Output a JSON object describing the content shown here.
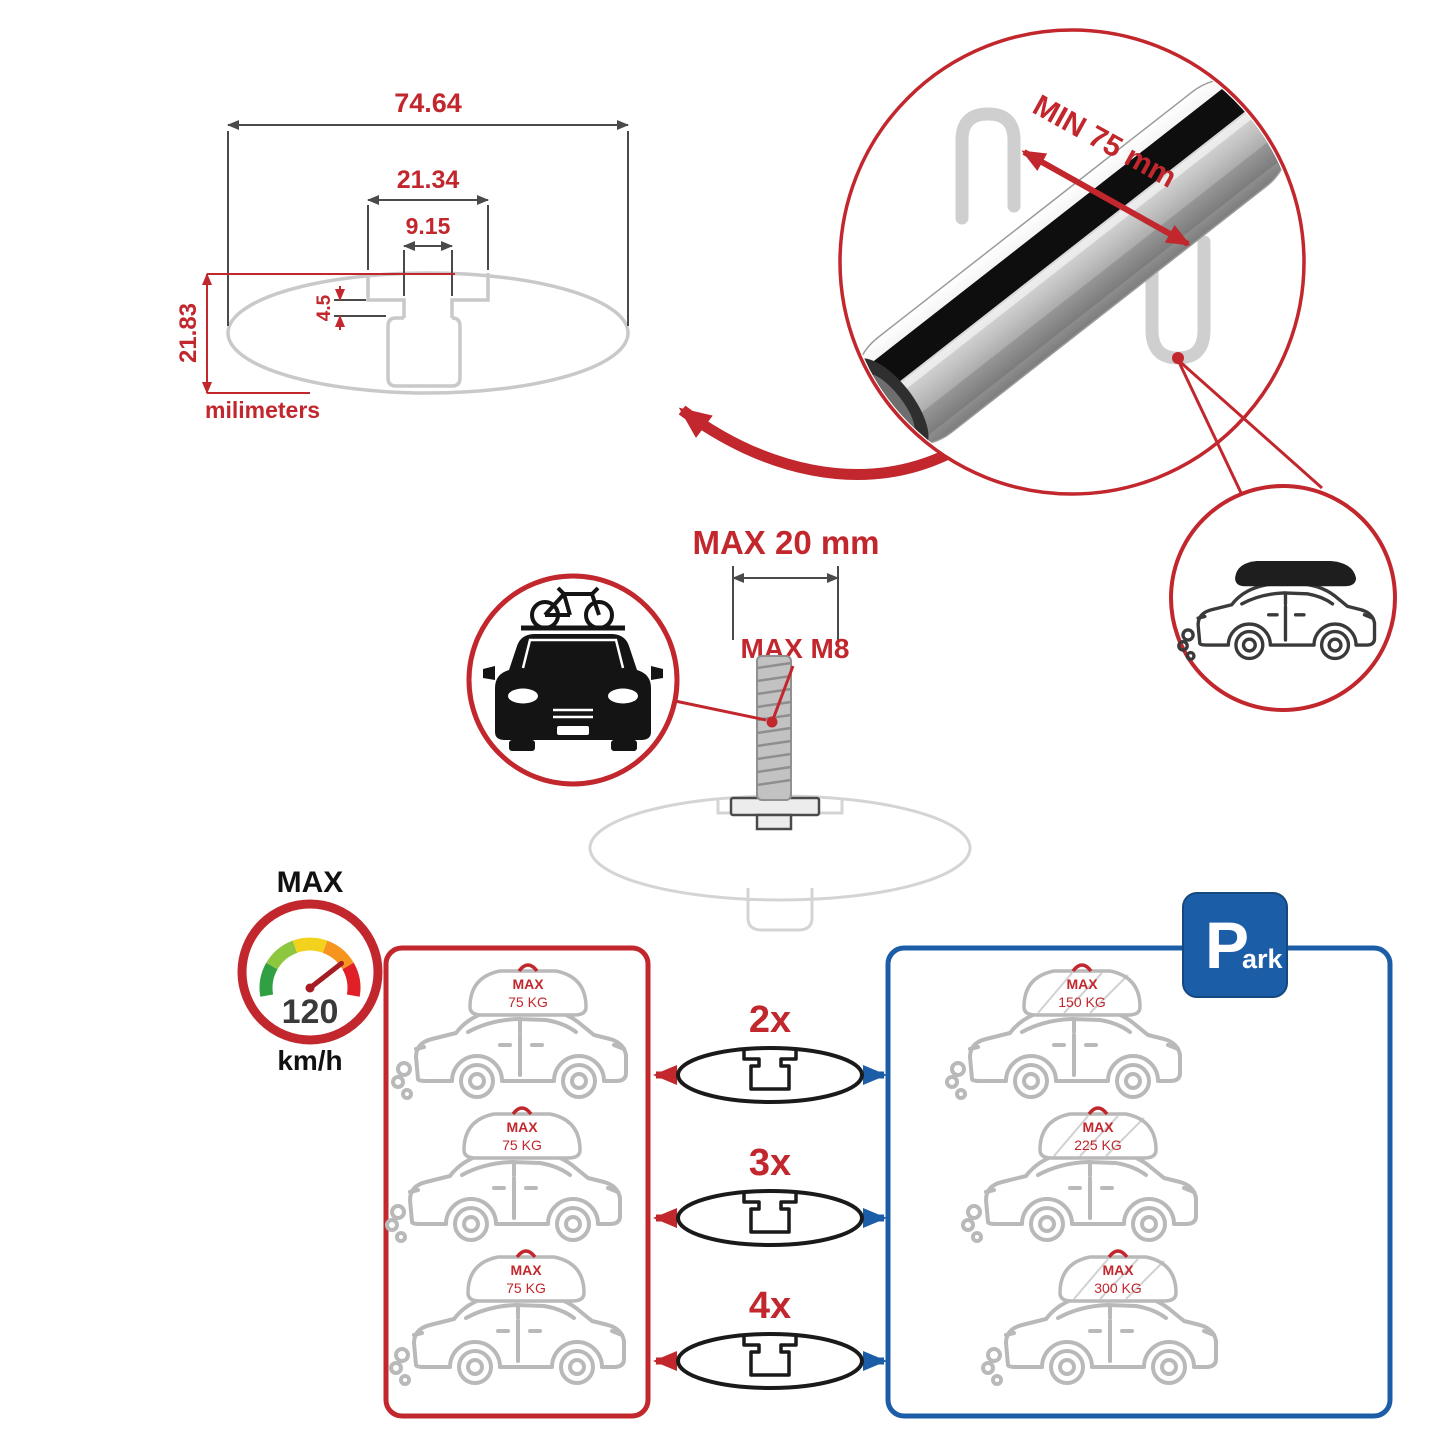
{
  "colors": {
    "accent_red": "#c1272d",
    "accent_blue": "#1c5da8",
    "sketch_gray": "#b9b9b9"
  },
  "cross_section": {
    "total_width": "74.64",
    "channel_width": "21.34",
    "slot_width": "9.15",
    "lip_depth": "4.5",
    "height": "21.83",
    "units": "milimeters"
  },
  "bar_detail": {
    "min_span": "MIN 75 mm"
  },
  "bolt_detail": {
    "max_length": "MAX 20 mm",
    "max_thread": "MAX M8"
  },
  "speed": {
    "label": "MAX",
    "value": "120",
    "unit": "km/h"
  },
  "park": {
    "letter": "P",
    "suffix": "ark"
  },
  "rows": [
    {
      "label": "2x"
    },
    {
      "label": "3x"
    },
    {
      "label": "4x"
    }
  ],
  "left_panel": {
    "cars": [
      {
        "line1": "MAX",
        "line2": "75 KG"
      },
      {
        "line1": "MAX",
        "line2": "75 KG"
      },
      {
        "line1": "MAX",
        "line2": "75 KG"
      }
    ]
  },
  "right_panel": {
    "cars": [
      {
        "line1": "MAX",
        "line2": "150 KG"
      },
      {
        "line1": "MAX",
        "line2": "225 KG"
      },
      {
        "line1": "MAX",
        "line2": "300 KG"
      }
    ]
  }
}
